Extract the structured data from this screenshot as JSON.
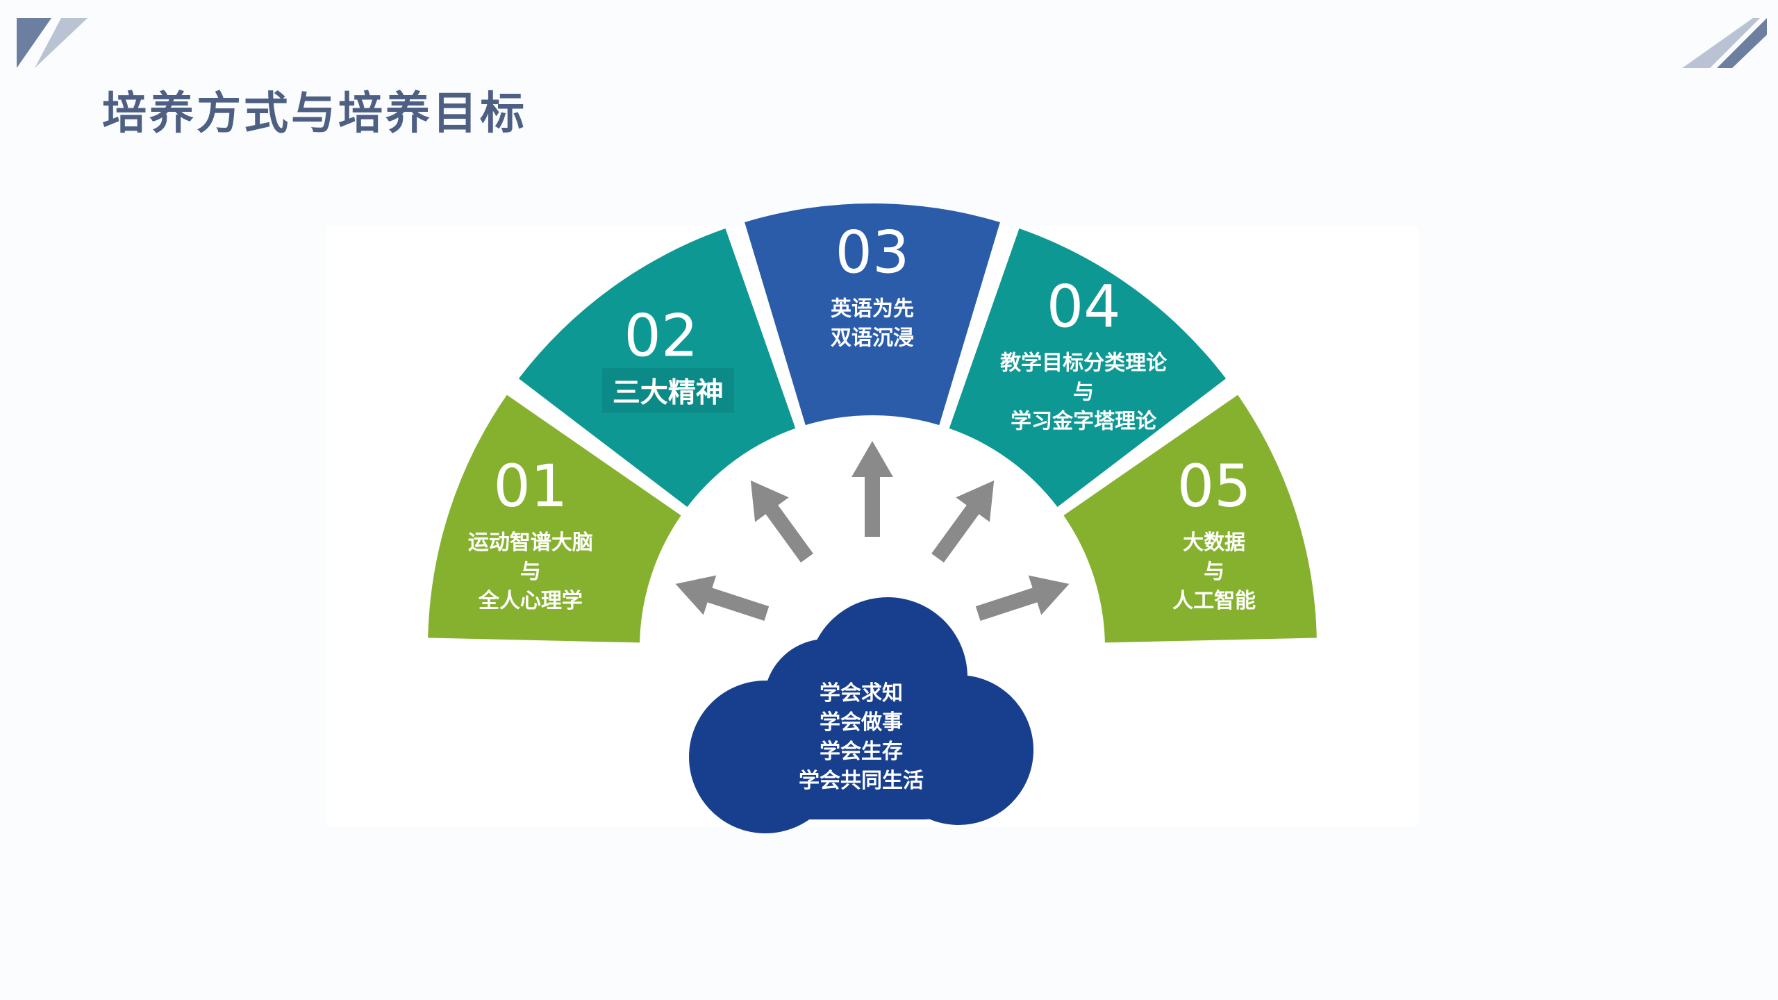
{
  "page": {
    "title": "培养方式与培养目标"
  },
  "colors": {
    "title": "#4d5f82",
    "deco_dark": "#6d7fa0",
    "deco_light": "#b9c3d4",
    "green": "#86b12f",
    "teal": "#0e9894",
    "blue": "#2a5caa",
    "cloud": "#173f8e",
    "arrow": "#8a8a8a",
    "panel": "#ffffff"
  },
  "diagram": {
    "segments": [
      {
        "number": "01",
        "lines": [
          "运动智谱大脑",
          "与",
          "全人心理学"
        ],
        "color": "green"
      },
      {
        "number": "02",
        "lines": [
          "三大精神"
        ],
        "color": "teal"
      },
      {
        "number": "03",
        "lines": [
          "英语为先",
          "双语沉浸"
        ],
        "color": "blue"
      },
      {
        "number": "04",
        "lines": [
          "教学目标分类理论",
          "与",
          "学习金字塔理论"
        ],
        "color": "teal"
      },
      {
        "number": "05",
        "lines": [
          "大数据",
          "与",
          "人工智能"
        ],
        "color": "green"
      }
    ],
    "cloud": {
      "lines": [
        "学会求知",
        "学会做事",
        "学会生存",
        "学会共同生活"
      ]
    },
    "arrow_count": 5
  }
}
